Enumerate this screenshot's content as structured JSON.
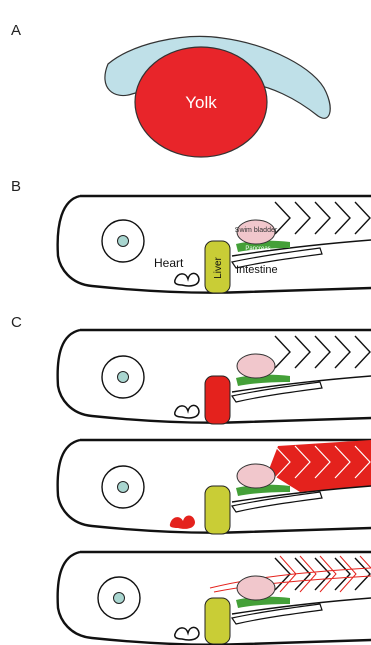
{
  "panels": {
    "a": {
      "letter": "A",
      "yolk_label": "Yolk"
    },
    "b": {
      "letter": "B",
      "labels": {
        "heart": "Heart",
        "liver": "Liver",
        "intestine": "Intestine",
        "swim_bladder": "Swim bladder",
        "pancreas": "Pancreas"
      }
    },
    "c": {
      "letter": "C"
    }
  },
  "colors": {
    "yolk": "#e8252a",
    "yolk_sac": "#bfe0e8",
    "eye_lens": "#a9d6d0",
    "liver": "#c9cd36",
    "liver_highlight": "#e4221d",
    "swim_bladder": "#f1c7cc",
    "pancreas": "#44a038",
    "muscle_highlight": "#e4221d",
    "outline": "#111111"
  }
}
